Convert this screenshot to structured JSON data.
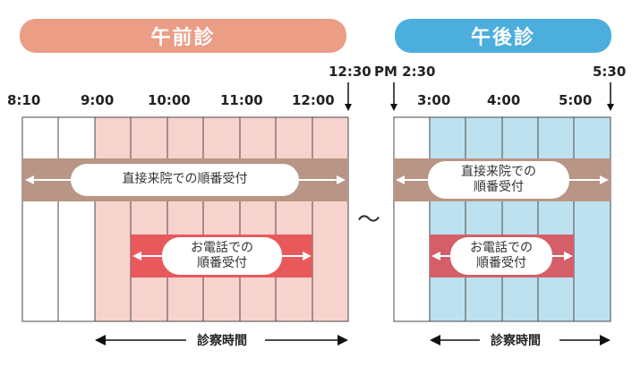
{
  "headers": {
    "morning": {
      "label": "午前診",
      "color": "#ec9d86"
    },
    "afternoon": {
      "label": "午後診",
      "color": "#4baedc"
    }
  },
  "morning_times": [
    "8:10",
    "9:00",
    "10:00",
    "11:00",
    "12:00"
  ],
  "morning_end_time": "12:30",
  "afternoon_start_time": "PM 2:30",
  "afternoon_times": [
    "3:00",
    "4:00",
    "5:00"
  ],
  "afternoon_end_time": "5:30",
  "bands": {
    "walk_in_morning": "直接来院での順番受付",
    "walk_in_afternoon_line1": "直接来院での",
    "walk_in_afternoon_line2": "順番受付",
    "phone_line1": "お電話での",
    "phone_line2": "順番受付"
  },
  "separator": "～",
  "consult_hours_label": "診察時間",
  "colors": {
    "morning_hours_fill": "#f7d3cd",
    "afternoon_hours_fill": "#bde1ef",
    "walk_in_band": "#b89584",
    "phone_band_morning": "#e8595c",
    "phone_band_afternoon": "#d45f68"
  }
}
